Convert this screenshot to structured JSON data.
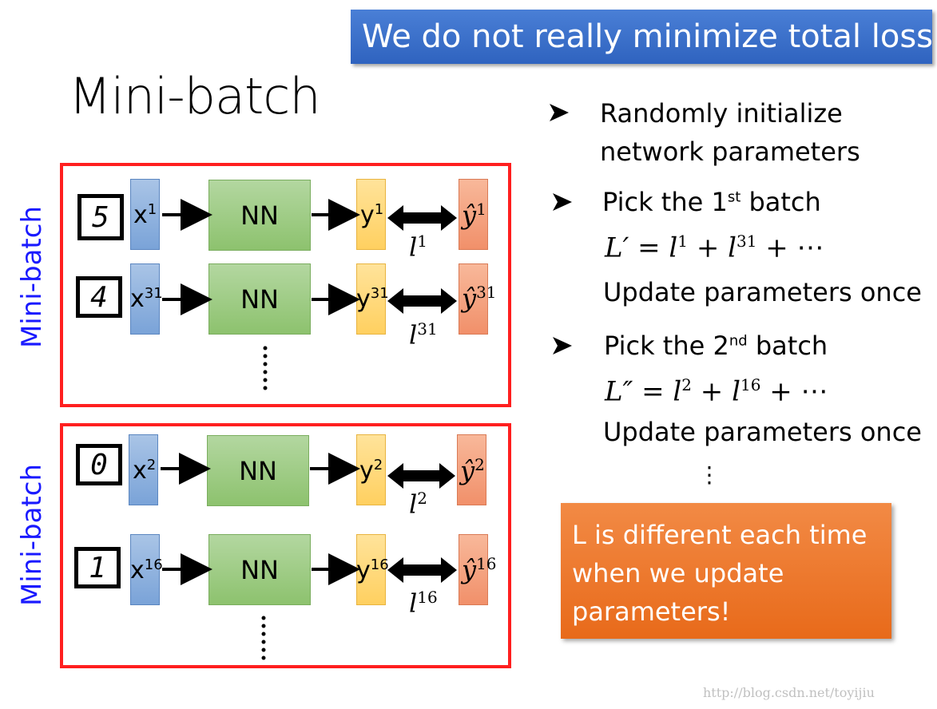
{
  "banner": "We do not really minimize total loss!",
  "title": "Mini-batch",
  "side_label": "Mini-batch",
  "nn_label": "NN",
  "rows": [
    {
      "digit": "5",
      "x": "x",
      "x_sup": "1",
      "y": "y",
      "y_sup": "1",
      "yhat": "ŷ",
      "yhat_sup": "1",
      "l": "l",
      "l_sup": "1"
    },
    {
      "digit": "4",
      "x": "x",
      "x_sup": "31",
      "y": "y",
      "y_sup": "31",
      "yhat": "ŷ",
      "yhat_sup": "31",
      "l": "l",
      "l_sup": "31"
    },
    {
      "digit": "0",
      "x": "x",
      "x_sup": "2",
      "y": "y",
      "y_sup": "2",
      "yhat": "ŷ",
      "yhat_sup": "2",
      "l": "l",
      "l_sup": "2"
    },
    {
      "digit": "1",
      "x": "x",
      "x_sup": "16",
      "y": "y",
      "y_sup": "16",
      "yhat": "ŷ",
      "yhat_sup": "16",
      "l": "l",
      "l_sup": "16"
    }
  ],
  "steps": {
    "init_line1": "Randomly initialize",
    "init_line2": "network parameters",
    "pick1_pre": "Pick the 1",
    "pick1_sup": "st",
    "pick1_post": " batch",
    "eq1_lhs": "L′ = l",
    "eq1_sup_a": "1",
    "eq1_mid": " + l",
    "eq1_sup_b": "31",
    "eq1_tail": " + ⋯",
    "update1": "Update parameters once",
    "pick2_pre": "Pick the 2",
    "pick2_sup": "nd",
    "pick2_post": " batch",
    "eq2_lhs": "L″ = l",
    "eq2_sup_a": "2",
    "eq2_mid": " + l",
    "eq2_sup_b": "16",
    "eq2_tail": " + ⋯",
    "update2": "Update parameters once",
    "vdots": "⋮"
  },
  "note": {
    "line1": "L is different each time",
    "line2": "when we update",
    "line3": "parameters!"
  },
  "watermark": "http://blog.csdn.net/toyijiu",
  "colors": {
    "banner": "#3a6fcc",
    "red_box": "#ff1f1f",
    "side_label": "#1a1aff",
    "note_bg": "#ec7a2e"
  }
}
